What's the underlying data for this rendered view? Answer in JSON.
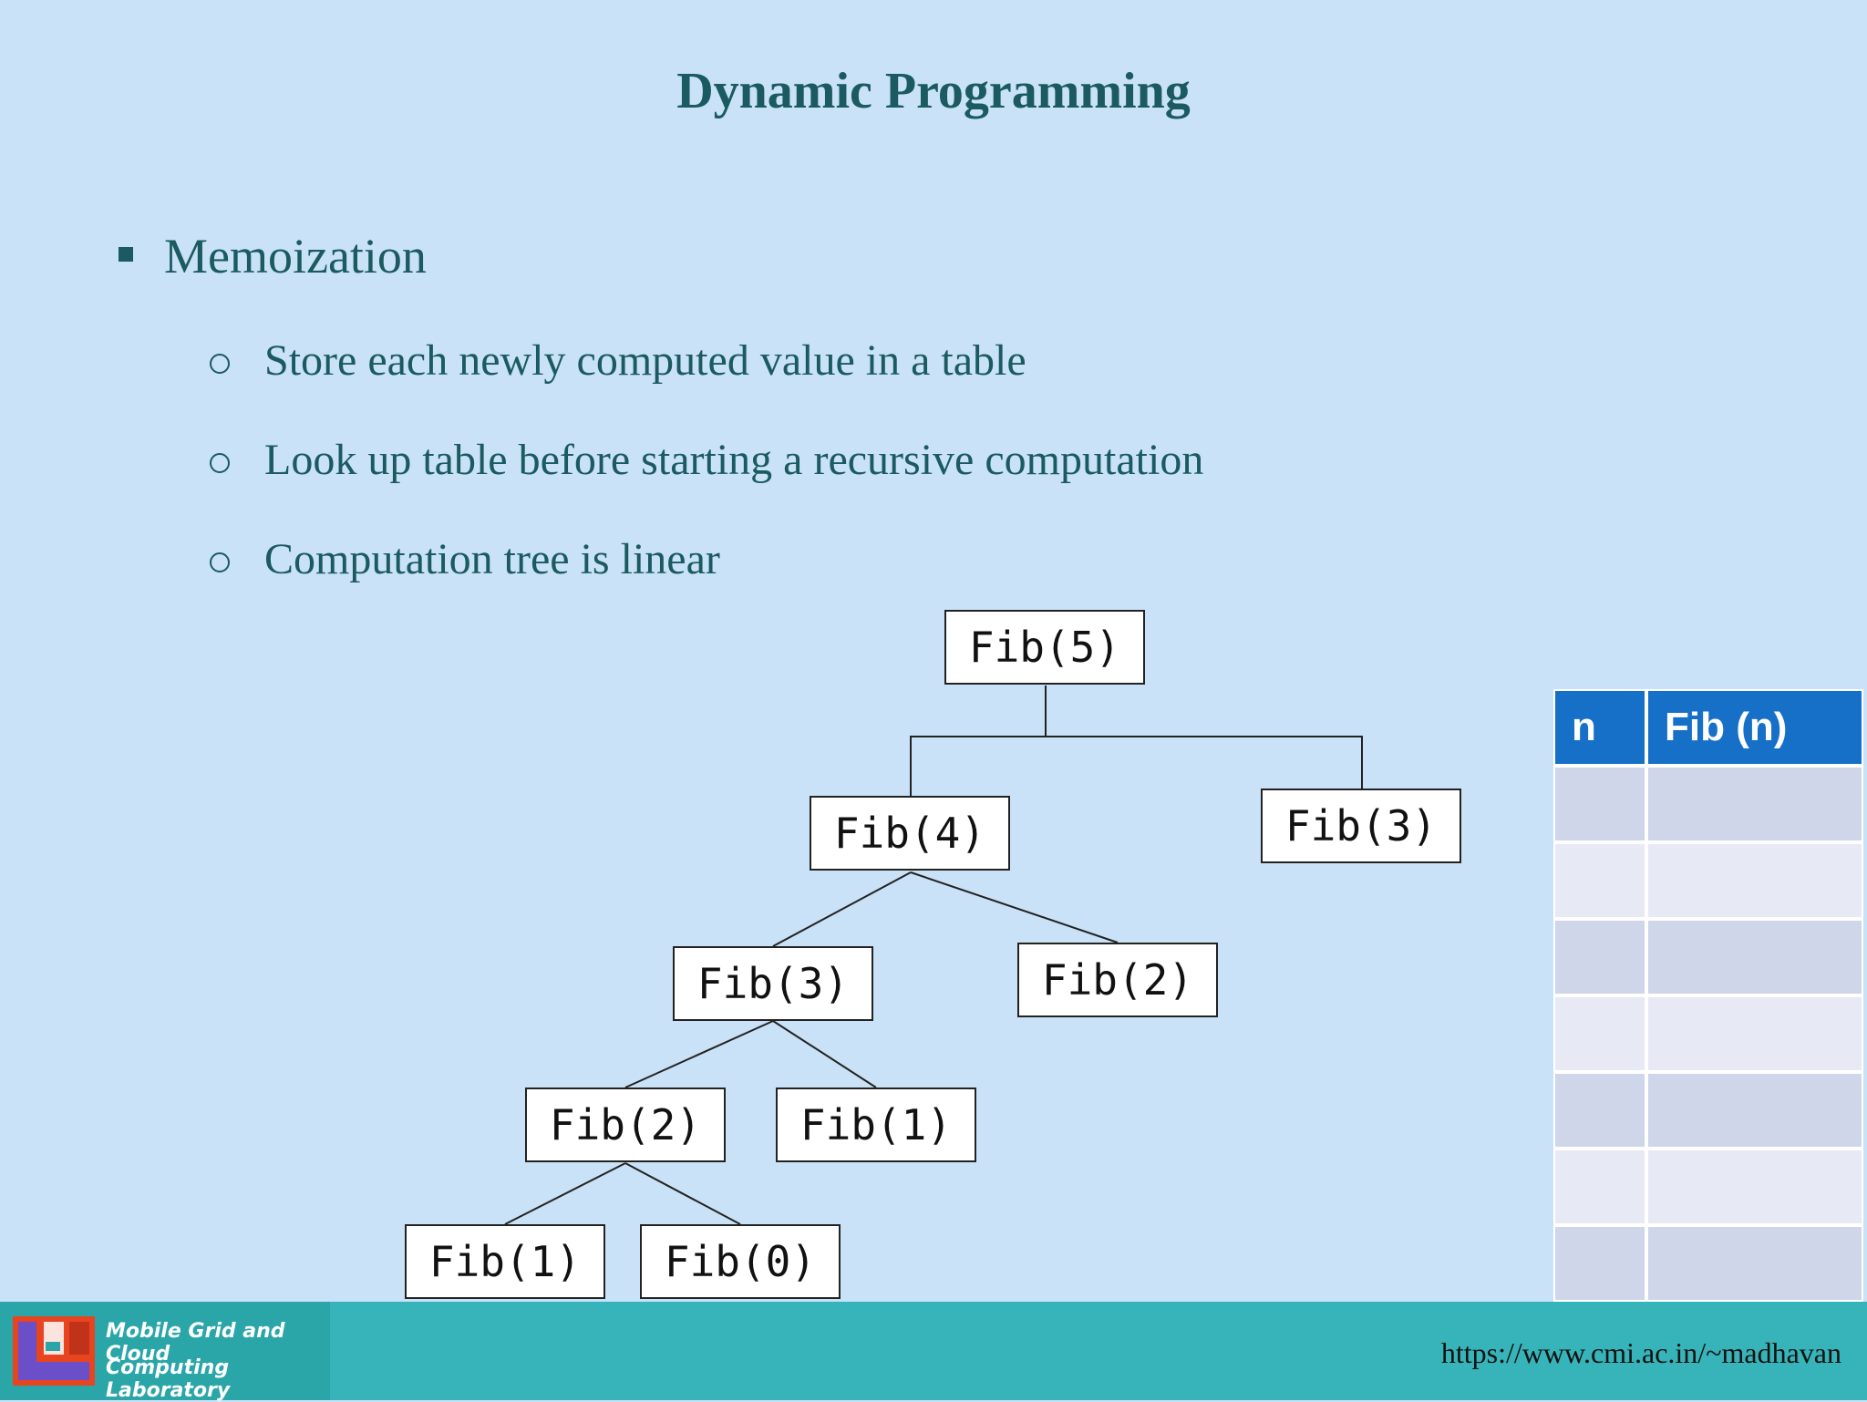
{
  "slide": {
    "title": "Dynamic Programming",
    "bullet": "Memoization",
    "subbullets": [
      "Store each newly computed value in a table",
      "Look up table before starting a recursive computation",
      "Computation tree is linear"
    ]
  },
  "tree": {
    "fib5": "Fib(5)",
    "fib4": "Fib(4)",
    "fib3_right": "Fib(3)",
    "fib3": "Fib(3)",
    "fib2_right": "Fib(2)",
    "fib2": "Fib(2)",
    "fib1_right": "Fib(1)",
    "fib1": "Fib(1)",
    "fib0": "Fib(0)"
  },
  "table": {
    "col_n": "n",
    "col_fib": "Fib (n)"
  },
  "footer": {
    "lab_line1": "Mobile Grid and Cloud",
    "lab_line2": "Computing Laboratory",
    "url": "https://www.cmi.ac.in/~madhavan"
  },
  "colors": {
    "background": "#c9e2f7",
    "text": "#1a5a60",
    "table_header": "#1670c8",
    "footer": "#37b4b9"
  }
}
